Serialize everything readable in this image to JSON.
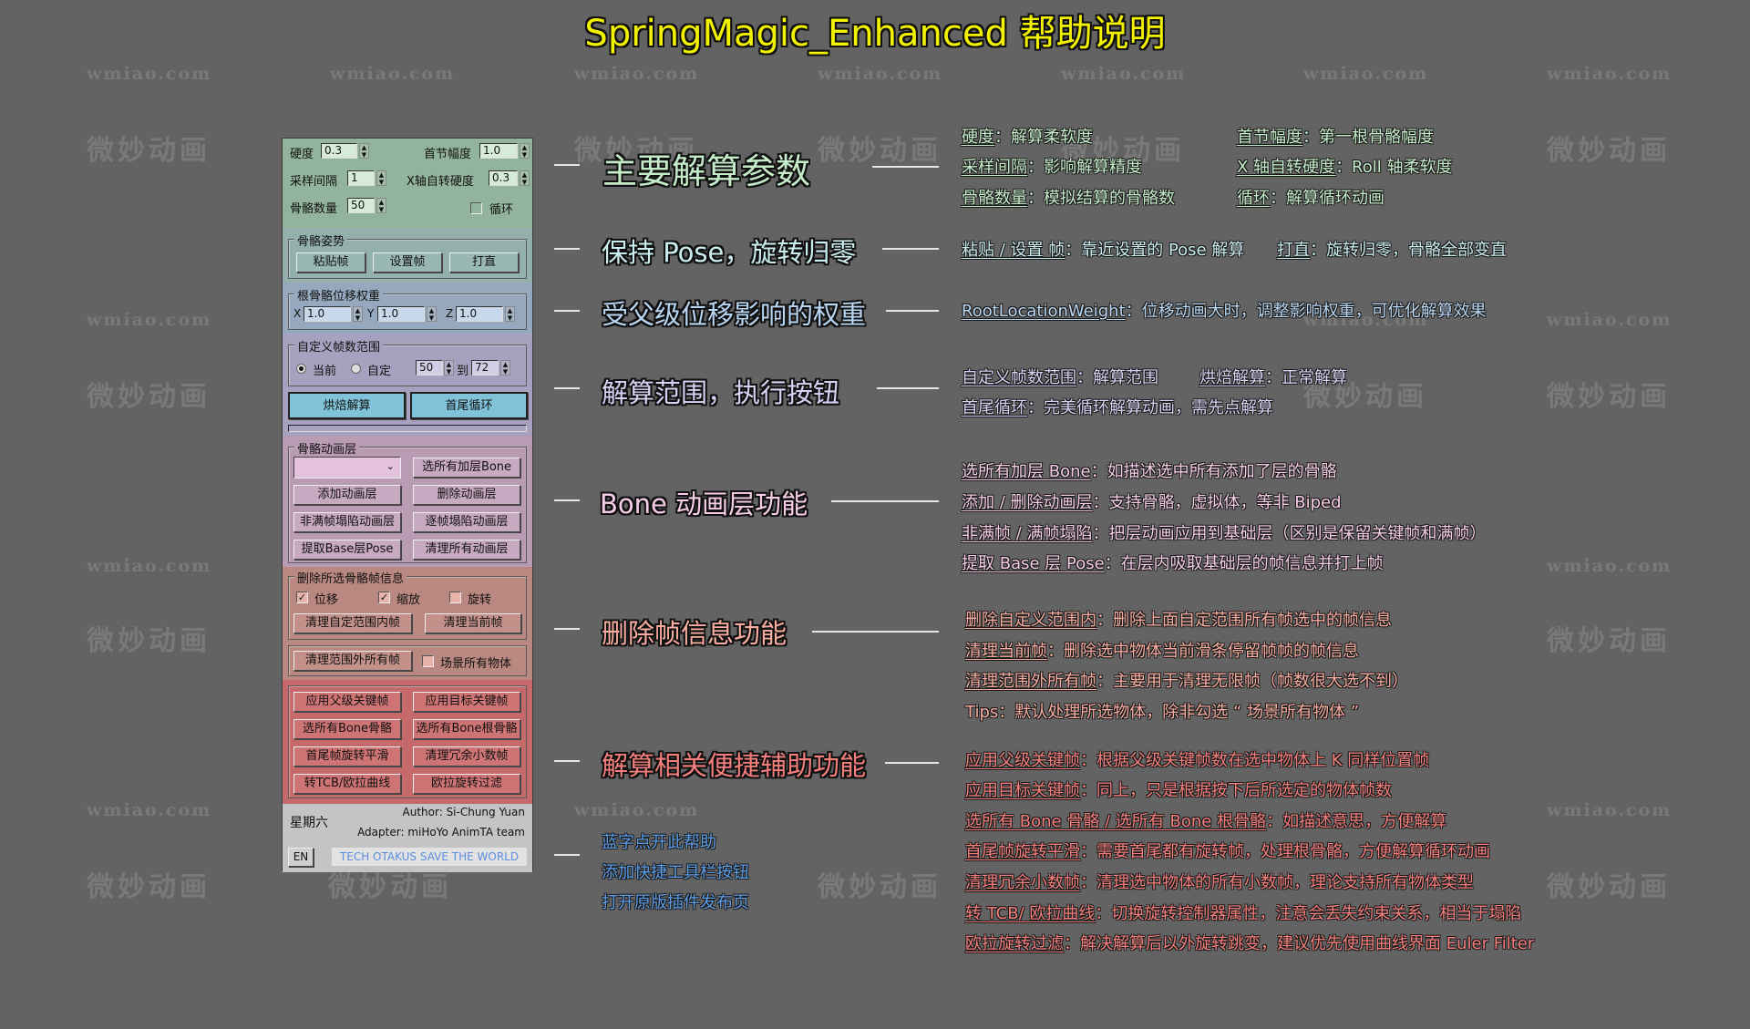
{
  "title": "SpringMagic_Enhanced 帮助说明",
  "watermark": {
    "url": "wmiao.com",
    "cn": "微妙动画"
  },
  "panel": {
    "params": {
      "stiffness_label": "硬度",
      "stiffness_value": "0.3",
      "first_amp_label": "首节幅度",
      "first_amp_value": "1.0",
      "sample_label": "采样间隔",
      "sample_value": "1",
      "xroll_label": "X轴自转硬度",
      "xroll_value": "0.3",
      "bone_count_label": "骨骼数量",
      "bone_count_value": "50",
      "loop_label": "循环",
      "loop_checked": false
    },
    "pose": {
      "group_title": "骨骼姿势",
      "paste_label": "粘贴帧",
      "set_label": "设置帧",
      "straight_label": "打直"
    },
    "root_weight": {
      "group_title": "根骨骼位移权重",
      "x_label": "X",
      "x_value": "1.0",
      "y_label": "Y",
      "y_value": "1.0",
      "z_label": "Z",
      "z_value": "1.0"
    },
    "range": {
      "group_title": "自定义帧数范围",
      "current_label": "当前",
      "custom_label": "自定",
      "selected": "current",
      "from_value": "50",
      "to_label": "到",
      "to_value": "72",
      "bake_label": "烘焙解算",
      "loop_label": "首尾循环"
    },
    "layers": {
      "group_title": "骨骼动画层",
      "dropdown_value": "",
      "buttons": [
        "选所有加层Bone",
        "添加动画层",
        "删除动画层",
        "非满帧塌陷动画层",
        "逐帧塌陷动画层",
        "提取Base层Pose",
        "清理所有动画层"
      ]
    },
    "delete": {
      "group_title": "删除所选骨骼帧信息",
      "pos_label": "位移",
      "pos_checked": true,
      "scale_label": "缩放",
      "scale_checked": true,
      "rot_label": "旋转",
      "rot_checked": false,
      "clear_in_range": "清理自定范围内帧",
      "clear_current": "清理当前帧",
      "clear_out_range": "清理范围外所有帧",
      "scene_all_label": "场景所有物体",
      "scene_all_checked": false
    },
    "tools": {
      "buttons": [
        "应用父级关键帧",
        "应用目标关键帧",
        "选所有Bone骨骼",
        "选所有Bone根骨骼",
        "首尾帧旋转平滑",
        "清理冗余小数帧",
        "转TCB/欧拉曲线",
        "欧拉旋转过滤"
      ]
    },
    "footer": {
      "weekday": "星期六",
      "author": "Author: Si-Chung Yuan",
      "adapter": "Adapter: miHoYo AnimTA team",
      "lang_button": "EN",
      "link_text": "TECH OTAKUS SAVE THE WORLD"
    }
  },
  "sections": [
    {
      "heading": "主要解算参数",
      "color": "#c5ecc9"
    },
    {
      "heading": "保持 Pose，旋转归零",
      "color": "#cbeef0"
    },
    {
      "heading": "受父级位移影响的权重",
      "color": "#b9d6f3"
    },
    {
      "heading": "解算范围，执行按钮",
      "color": "#d9d1f3"
    },
    {
      "heading": "Bone 动画层功能",
      "color": "#f6cde6"
    },
    {
      "heading": "删除帧信息功能",
      "color": "#f8ada0"
    },
    {
      "heading": "解算相关便捷辅助功能",
      "color": "#f47f7c"
    }
  ],
  "help_links": [
    "蓝字点开此帮助",
    "添加快捷工具栏按钮",
    "打开原版插件发布页"
  ],
  "descriptions": {
    "params": [
      {
        "k": "硬度",
        "v": "：解算柔软度"
      },
      {
        "k": "首节幅度",
        "v": "：第一根骨骼幅度"
      },
      {
        "k": "采样间隔",
        "v": "：影响解算精度"
      },
      {
        "k": "X 轴自转硬度",
        "v": "：Roll 轴柔软度"
      },
      {
        "k": "骨骼数量",
        "v": "：模拟结算的骨骼数"
      },
      {
        "k": "循环",
        "v": "：解算循环动画"
      }
    ],
    "pose": [
      {
        "k": "粘贴 / 设置 帧",
        "v": "：靠近设置的 Pose 解算"
      },
      {
        "k": "打直",
        "v": "：旋转归零，骨骼全部变直"
      }
    ],
    "root": [
      {
        "k": "RootLocationWeight",
        "v": "：位移动画大时，调整影响权重，可优化解算效果"
      }
    ],
    "range": [
      {
        "k": "自定义帧数范围",
        "v": "：解算范围"
      },
      {
        "k": "烘焙解算",
        "v": "：正常解算"
      },
      {
        "k": "首尾循环",
        "v": "：完美循环解算动画，需先点解算"
      }
    ],
    "layers": [
      {
        "k": "选所有加层 Bone",
        "v": "：如描述选中所有添加了层的骨骼"
      },
      {
        "k": "添加 / 删除动画层",
        "v": "：支持骨骼，虚拟体，等非 Biped"
      },
      {
        "k": "非满帧 / 满帧塌陷",
        "v": "：把层动画应用到基础层（区别是保留关键帧和满帧）"
      },
      {
        "k": "提取 Base 层 Pose",
        "v": "：在层内吸取基础层的帧信息并打上帧"
      }
    ],
    "delete": [
      {
        "k": "删除自定义范围内",
        "v": "：删除上面自定范围所有帧选中的帧信息"
      },
      {
        "k": "清理当前帧",
        "v": "：删除选中物体当前滑条停留帧帧的帧信息"
      },
      {
        "k": "清理范围外所有帧",
        "v": "：主要用于清理无限帧（帧数很大选不到）"
      },
      {
        "k": "",
        "v": "Tips：默认处理所选物体，除非勾选 “ 场景所有物体 ”"
      }
    ],
    "tools": [
      {
        "k": "应用父级关键帧",
        "v": "：根据父级关键帧数在选中物体上 K 同样位置帧"
      },
      {
        "k": "应用目标关键帧",
        "v": "：同上，只是根据按下后所选定的物体帧数"
      },
      {
        "k": "选所有 Bone 骨骼 / 选所有 Bone 根骨骼",
        "v": "：如描述意思，方便解算"
      },
      {
        "k": "首尾帧旋转平滑",
        "v": "：需要首尾都有旋转帧，处理根骨骼，方便解算循环动画"
      },
      {
        "k": "清理冗余小数帧",
        "v": "：清理选中物体的所有小数帧，理论支持所有物体类型"
      },
      {
        "k": "转 TCB/ 欧拉曲线",
        "v": "：切换旋转控制器属性，注意会丢失约束关系，相当于塌陷"
      },
      {
        "k": "欧拉旋转过滤",
        "v": "：解决解算后以外旋转跳变，建议优先使用曲线界面 Euler Filter"
      }
    ]
  },
  "colors": {
    "background": "#636363",
    "title": "#f2f200",
    "link_blue": "#5d9ee8"
  }
}
